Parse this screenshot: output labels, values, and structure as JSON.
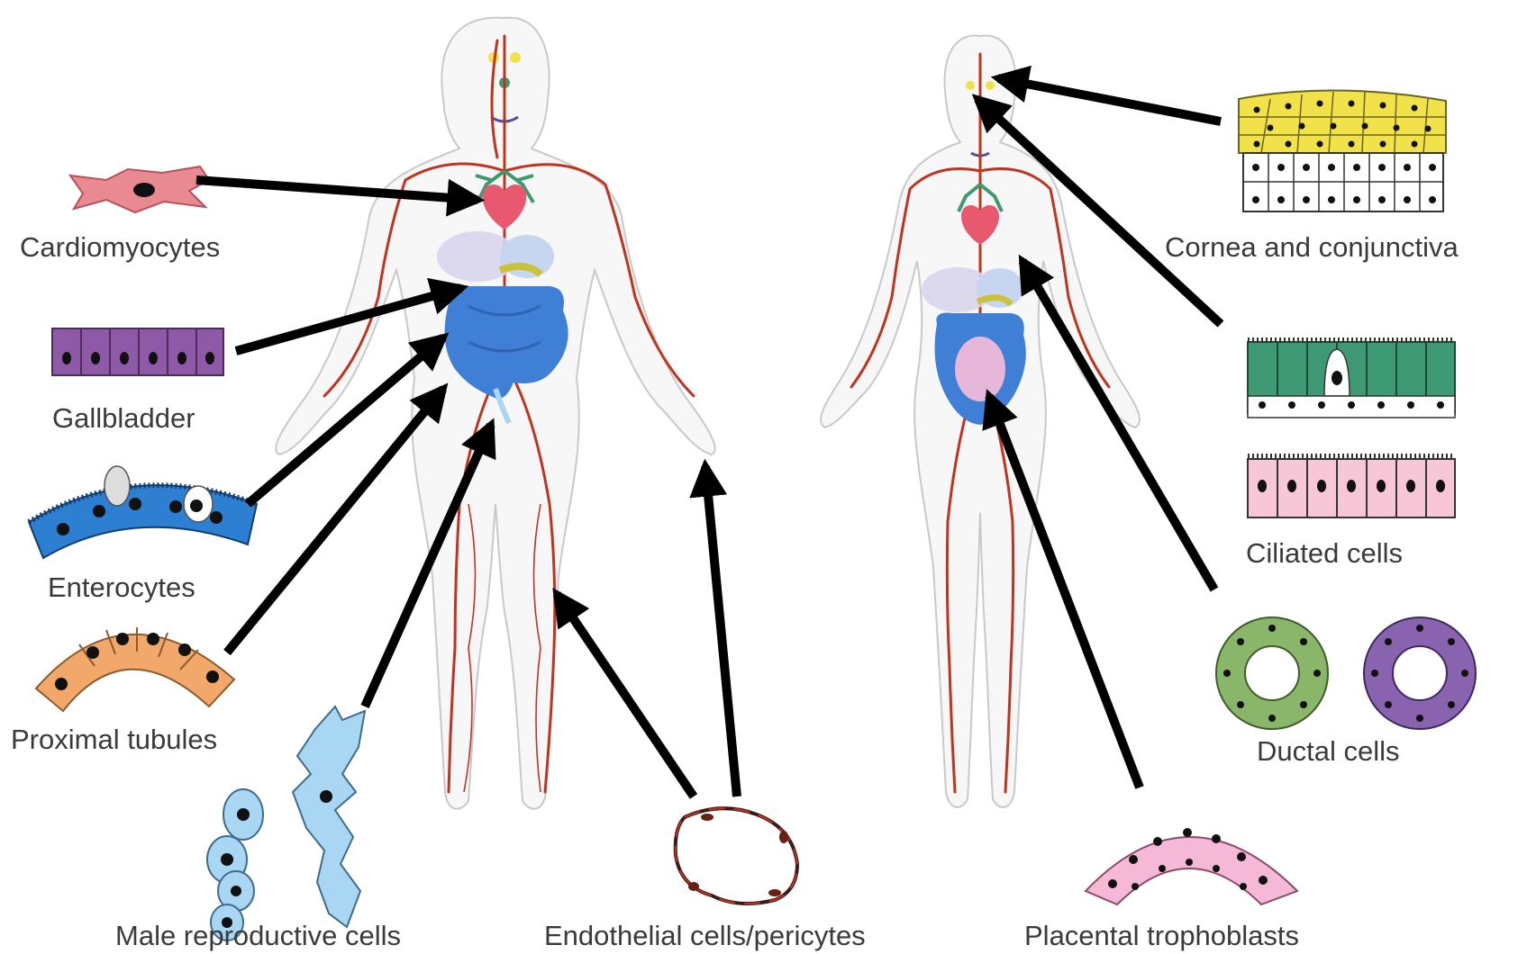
{
  "labels": {
    "cardiomyocytes": "Cardiomyocytes",
    "gallbladder": "Gallbladder",
    "enterocytes": "Enterocytes",
    "proximal_tubules": "Proximal tubules",
    "male_reproductive": "Male reproductive cells",
    "endothelial": "Endothelial cells/pericytes",
    "placental": "Placental trophoblasts",
    "ductal": "Ductal cells",
    "ciliated": "Ciliated cells",
    "cornea": "Cornea and conjunctiva"
  },
  "colors": {
    "artery": "#c0341f",
    "intestine": "#3f7fd6",
    "heart": "#e8586f",
    "cardiomyocyte": "#e98a92",
    "gallbladder_cell": "#8e5aa8",
    "enterocyte": "#2d7fd2",
    "proximal_tubule_cell": "#f2a86a",
    "male_reproductive_cell": "#a9d6f2",
    "placental_cell": "#f5b8d6",
    "ductal_green": "#8ab66a",
    "ductal_purple": "#8a63b0",
    "ciliated_green": "#3e9a74",
    "ciliated_pink": "#f7c7d7",
    "cornea_yellow": "#f2e24a",
    "arrow": "#000000"
  }
}
